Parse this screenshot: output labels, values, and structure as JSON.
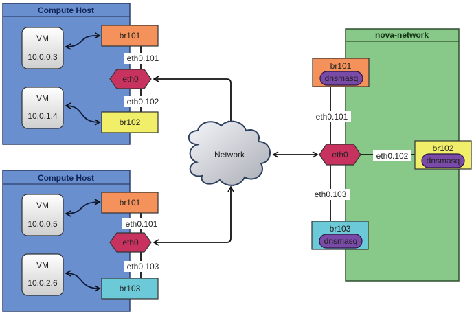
{
  "colors": {
    "compute_host": "#6a8fcf",
    "nova_network": "#88c98a",
    "br101": "#f5915a",
    "br102": "#f1ee6a",
    "br103": "#6cc9d8",
    "eth0": "#c7325f",
    "dnsmasq": "#7a4aa8",
    "vm": "#e8e8e8"
  },
  "compute_hosts": [
    {
      "title": "Compute Host",
      "vms": [
        {
          "label": "VM",
          "ip": "10.0.0.3"
        },
        {
          "label": "VM",
          "ip": "10.0.1.4"
        }
      ],
      "bridges": [
        "br101",
        "br102"
      ],
      "vlans": [
        "eth0.101",
        "eth0.102"
      ],
      "iface": "eth0"
    },
    {
      "title": "Compute Host",
      "vms": [
        {
          "label": "VM",
          "ip": "10.0.0.5"
        },
        {
          "label": "VM",
          "ip": "10.0.2.6"
        }
      ],
      "bridges": [
        "br101",
        "br103"
      ],
      "vlans": [
        "eth0.101",
        "eth0.103"
      ],
      "iface": "eth0"
    }
  ],
  "network": {
    "label": "Network"
  },
  "nova_network": {
    "title": "nova-network",
    "iface": "eth0",
    "bridges": [
      {
        "name": "br101",
        "service": "dnsmasq",
        "vlan": "eth0.101"
      },
      {
        "name": "br102",
        "service": "dnsmasq",
        "vlan": "eth0.102"
      },
      {
        "name": "br103",
        "service": "dnsmasq",
        "vlan": "eth0.103"
      }
    ]
  }
}
